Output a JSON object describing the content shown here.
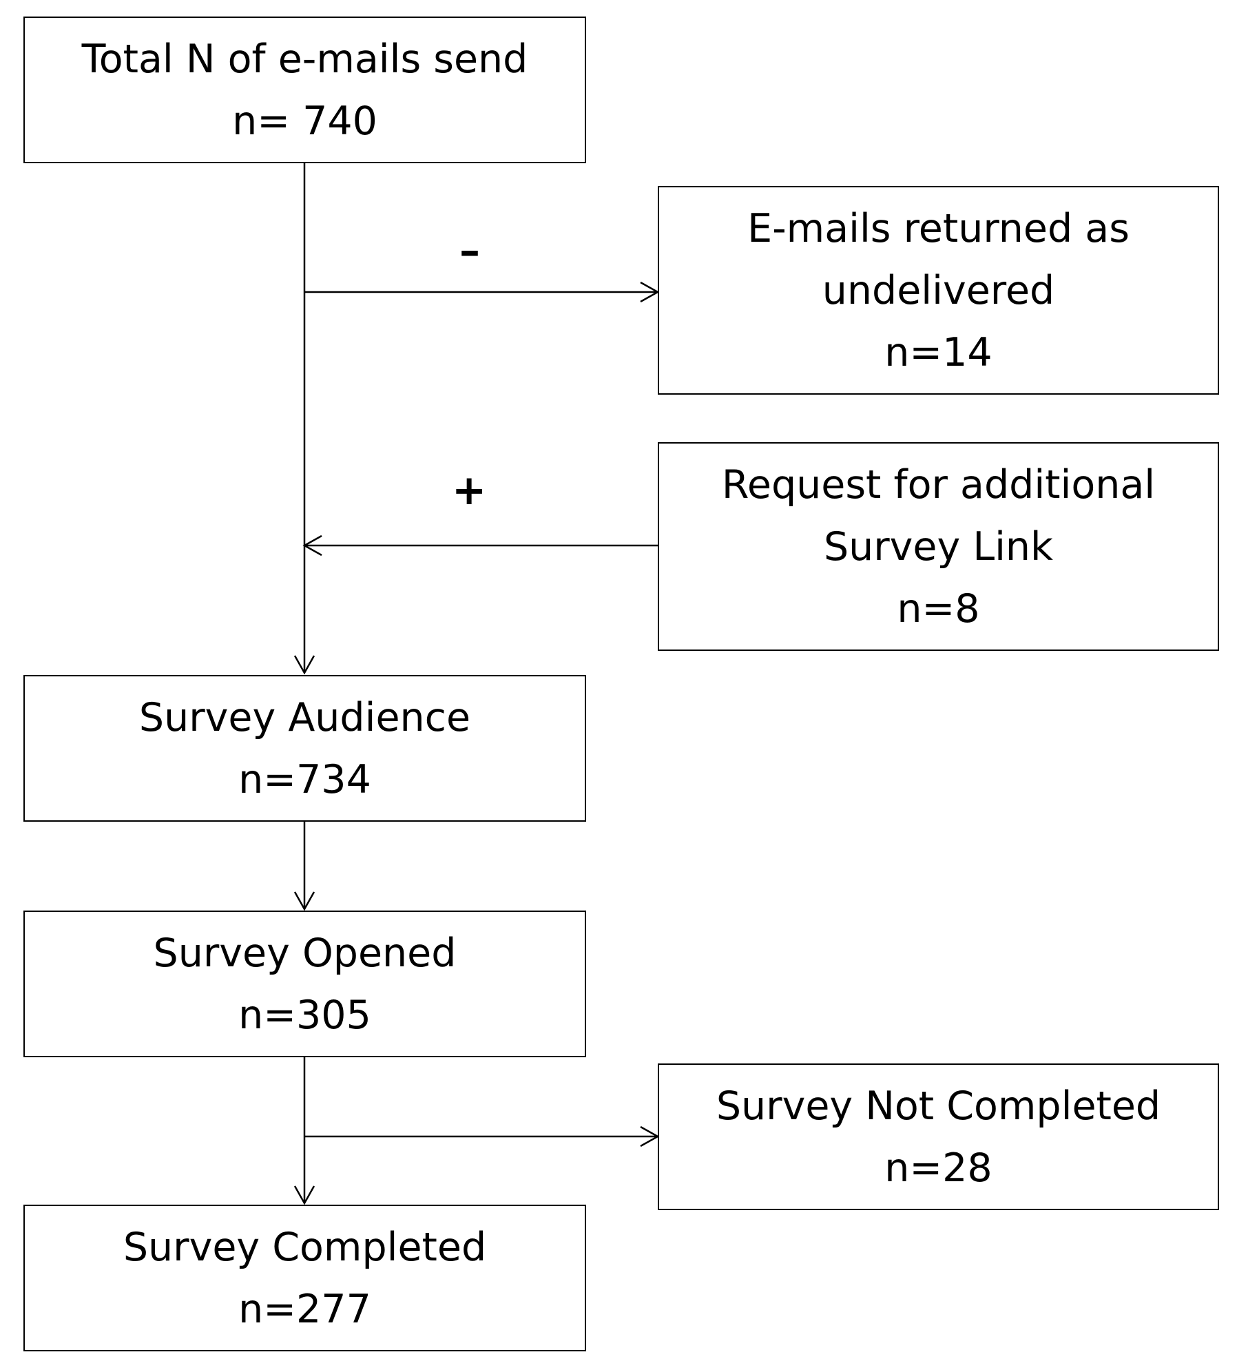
{
  "boxes": {
    "total": {
      "label": "Total N of e-mails send",
      "count": "n= 740"
    },
    "returned": {
      "label_line1": "E-mails returned as",
      "label_line2": "undelivered",
      "count": "n=14"
    },
    "request": {
      "label_line1": "Request for additional",
      "label_line2": "Survey Link",
      "count": "n=8"
    },
    "audience": {
      "label": "Survey Audience",
      "count": "n=734"
    },
    "opened": {
      "label": "Survey Opened",
      "count": "n=305"
    },
    "not_completed": {
      "label": "Survey Not Completed",
      "count": "n=28"
    },
    "completed": {
      "label": "Survey Completed",
      "count": "n=277"
    }
  },
  "signs": {
    "minus": "–",
    "plus": "+"
  }
}
